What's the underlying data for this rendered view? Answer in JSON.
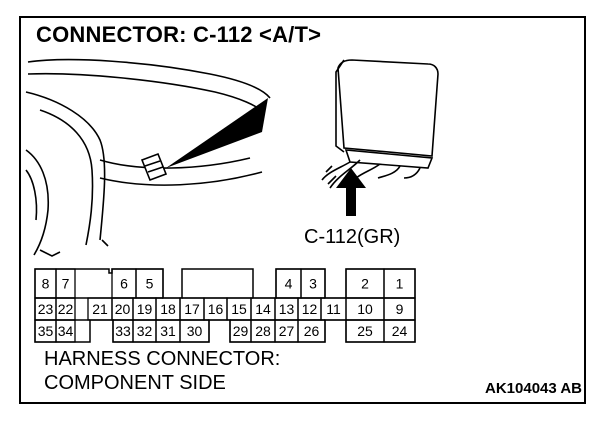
{
  "title": "CONNECTOR: C-112 <A/T>",
  "connector_label": "C-112(GR)",
  "caption": {
    "line1": "HARNESS CONNECTOR:",
    "line2": "COMPONENT SIDE"
  },
  "figure_id": "AK104043 AB",
  "pin_rows": {
    "top": [
      "8",
      "7",
      "6",
      "5",
      "4",
      "3",
      "2",
      "1"
    ],
    "middle": [
      "23",
      "22",
      "21",
      "20",
      "19",
      "18",
      "17",
      "16",
      "15",
      "14",
      "13",
      "12",
      "11",
      "10",
      "9"
    ],
    "bottom": [
      "35",
      "34",
      "33",
      "32",
      "31",
      "30",
      "29",
      "28",
      "27",
      "26",
      "25",
      "24"
    ]
  },
  "colors": {
    "line": "#000000",
    "background": "#ffffff"
  }
}
